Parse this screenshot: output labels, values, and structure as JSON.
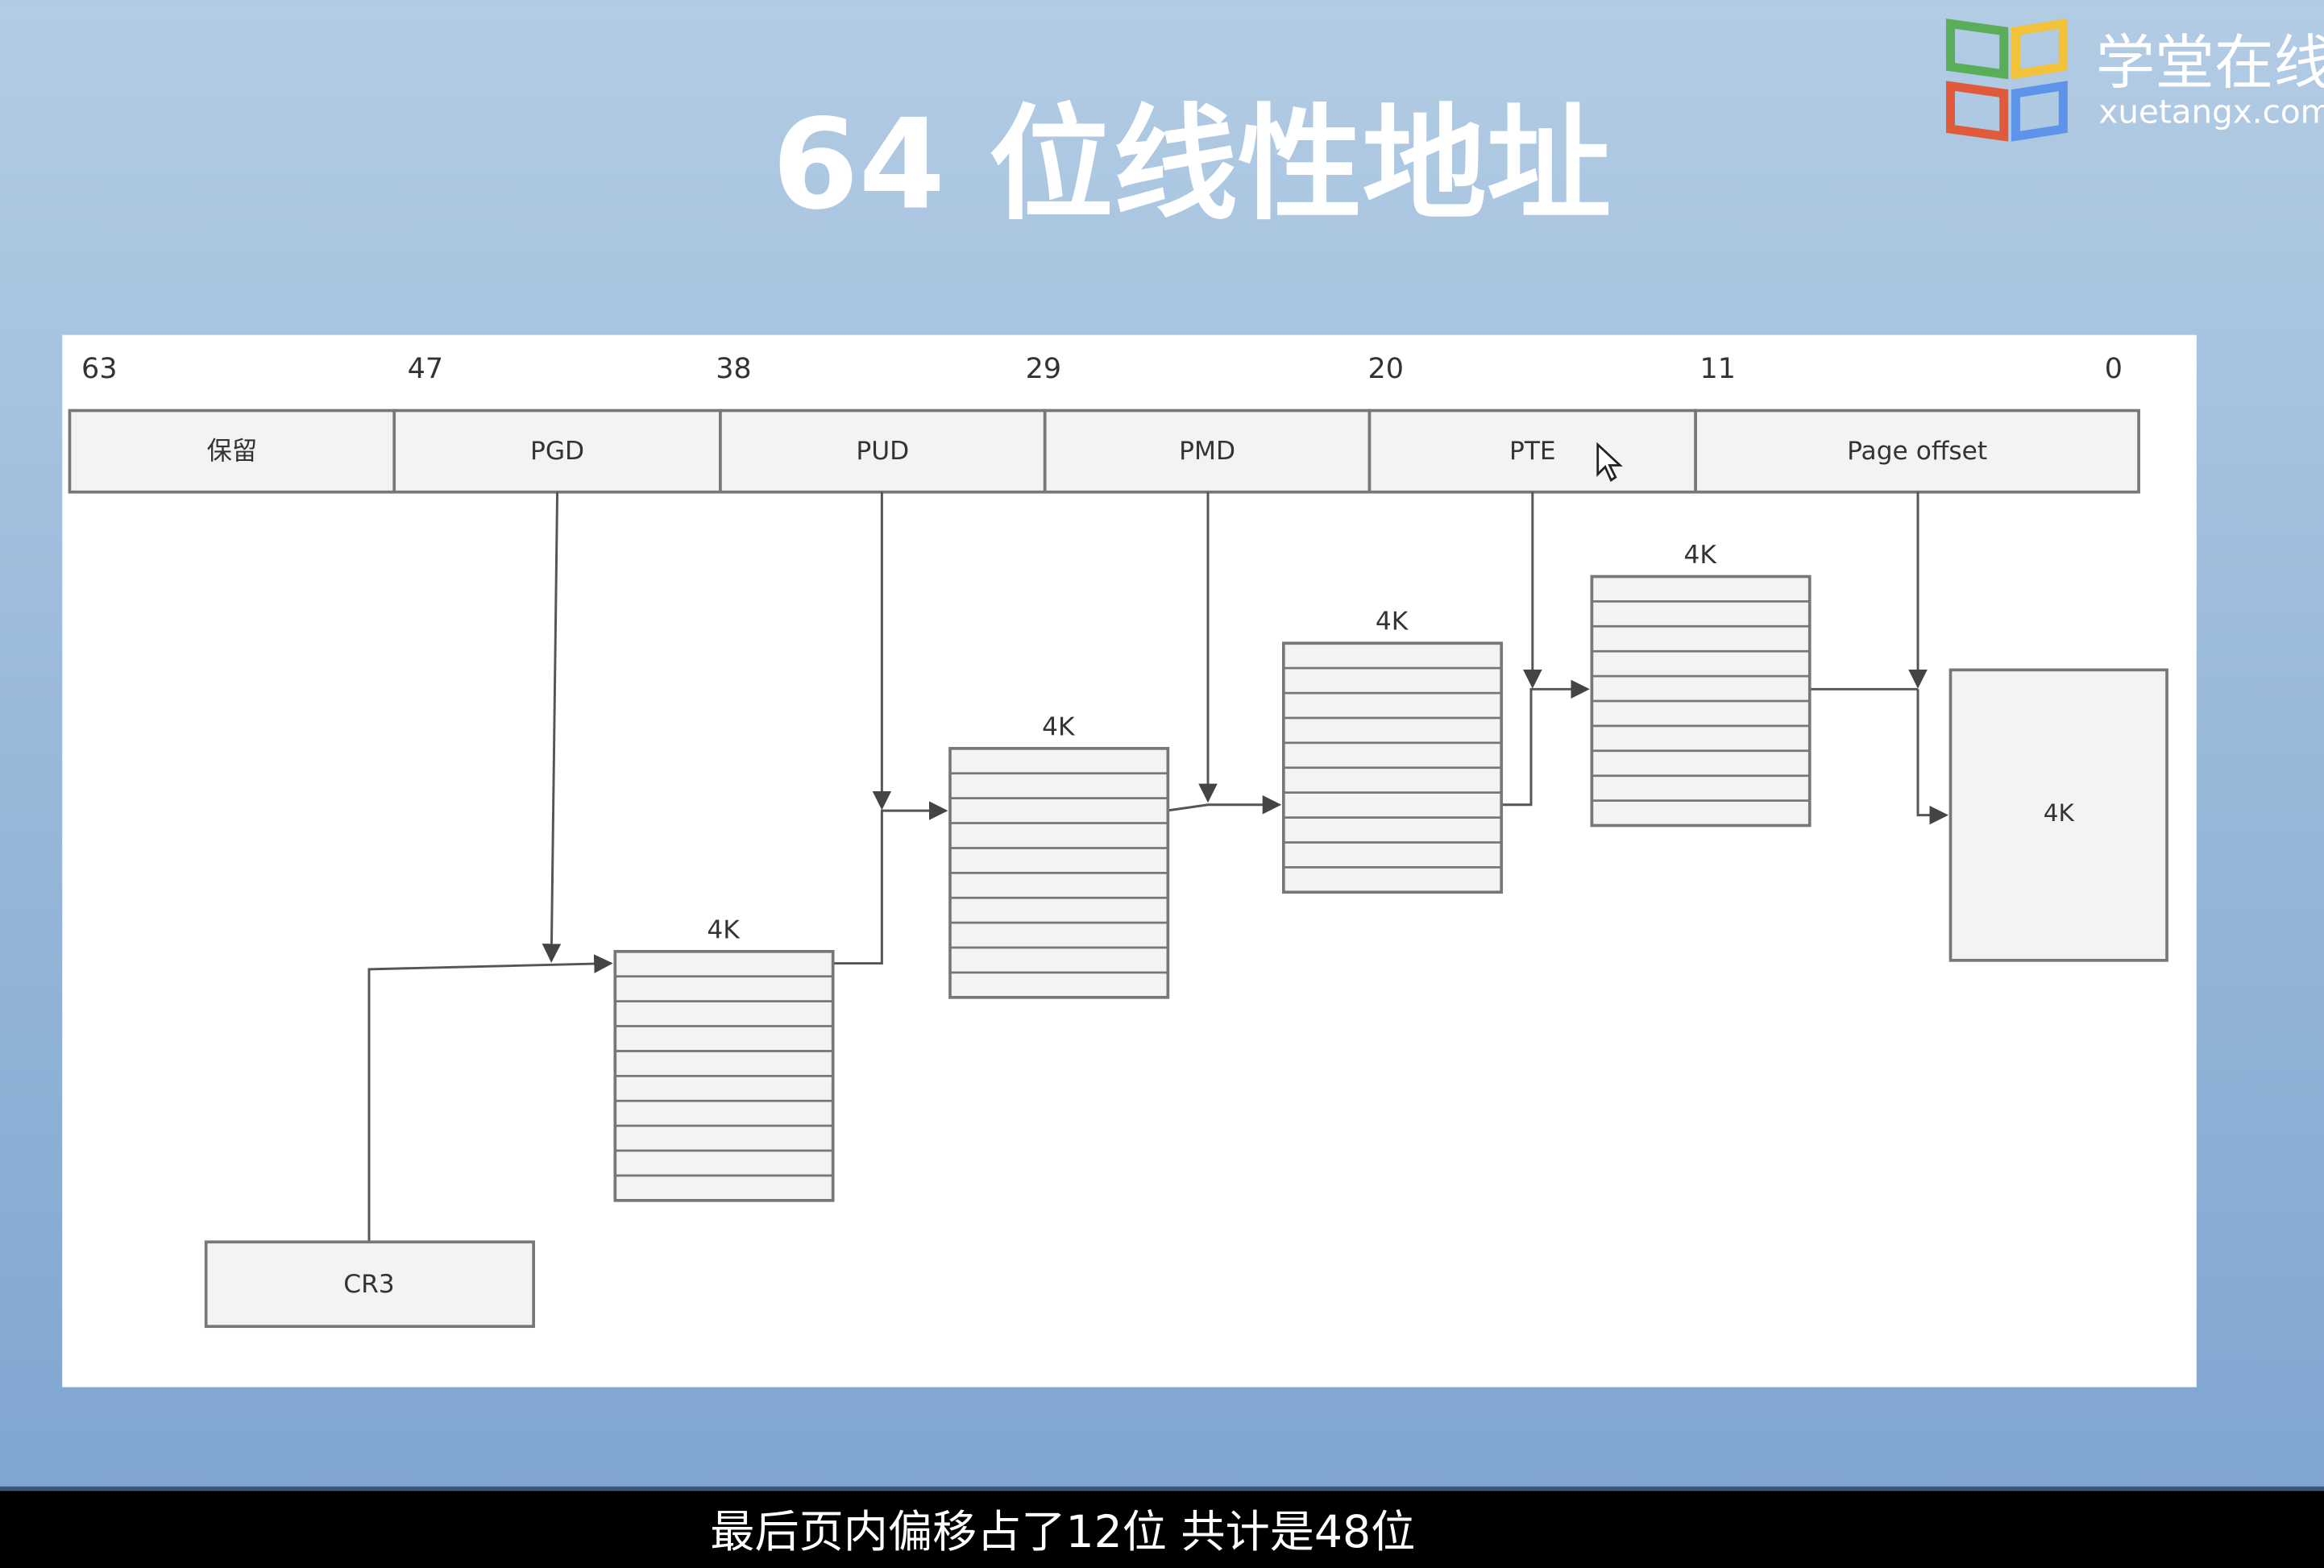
{
  "slide": {
    "title": "64 位线性地址",
    "logo": {
      "name_cn": "学堂在线",
      "domain": "xuetangx.com"
    }
  },
  "diagram": {
    "bit_labels": [
      "63",
      "47",
      "38",
      "29",
      "20",
      "11",
      "0"
    ],
    "fields": [
      "保留",
      "PGD",
      "PUD",
      "PMD",
      "PTE",
      "Page offset"
    ],
    "tables": [
      "4K",
      "4K",
      "4K",
      "4K"
    ],
    "page_label": "4K",
    "cr3_label": "CR3"
  },
  "subtitle": "最后页内偏移占了12位 共计是48位",
  "colors": {
    "bg_top": "#b3cce4",
    "bg_bottom": "#7fa6d0",
    "logo_green": "#5aae5a",
    "logo_yellow": "#f2c23a",
    "logo_red": "#e05a3c",
    "logo_blue": "#5d93e8"
  }
}
